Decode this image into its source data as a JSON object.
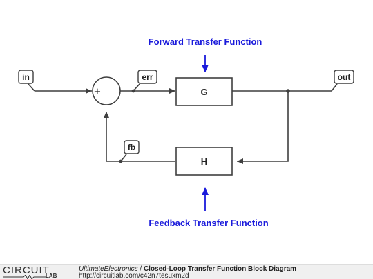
{
  "diagram": {
    "captions": {
      "forward": "Forward Transfer Function",
      "feedback": "Feedback Transfer Function"
    },
    "blocks": {
      "forward": "G",
      "feedback": "H"
    },
    "summer": {
      "plus": "+",
      "minus": "_"
    },
    "tags": {
      "input": "in",
      "error": "err",
      "output": "out",
      "feedback": "fb"
    },
    "colors": {
      "wire": "#3f3f3f",
      "caption": "#1a1adb"
    }
  },
  "footer": {
    "logo_text": "CIRCUIT",
    "logo_sub": "LAB",
    "user": "UltimateElectronics",
    "separator": " / ",
    "title": "Closed-Loop Transfer Function Block Diagram",
    "url": "http://circuitlab.com/c42n7tesuxm2d"
  }
}
